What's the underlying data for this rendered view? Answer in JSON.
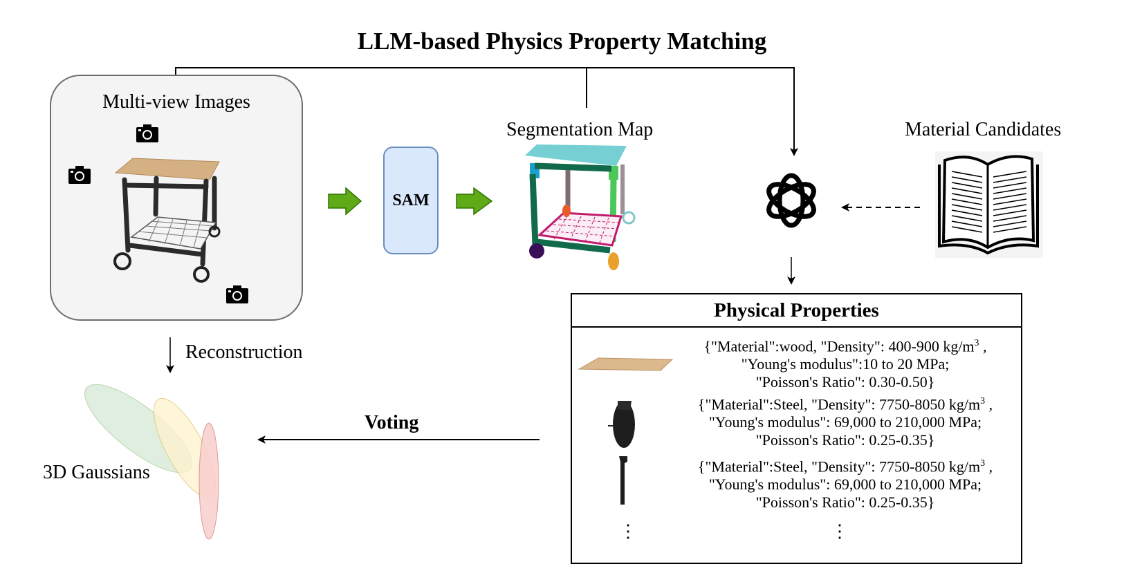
{
  "title": "LLM-based Physics Property Matching",
  "multiview": {
    "label": "Multi-view Images",
    "camera_icon_count": 3
  },
  "sam": {
    "label": "SAM"
  },
  "segmentation": {
    "label": "Segmentation Map"
  },
  "material_candidates": {
    "label": "Material Candidates"
  },
  "llm": {
    "icon": "openai-logo-icon"
  },
  "reconstruction": {
    "label": "Reconstruction"
  },
  "gaussians": {
    "label": "3D Gaussians",
    "colors": [
      "#d5e8d4",
      "#fff2cc",
      "#f8cecc"
    ]
  },
  "voting": {
    "label": "Voting"
  },
  "physical_properties": {
    "title": "Physical Properties",
    "rows": [
      {
        "part": "table-top",
        "line1": "{\"Material\":wood,  \"Density\": 400-900 kg/m",
        "sup": "3",
        "line1_tail": " ,",
        "line2": "\"Young's modulus\":10 to 20 MPa;",
        "line3": "\"Poisson's Ratio\": 0.30-0.50}"
      },
      {
        "part": "wheel",
        "line1": "{\"Material\":Steel,  \"Density\": 7750-8050 kg/m",
        "sup": "3",
        "line1_tail": " ,",
        "line2": "\"Young's modulus\": 69,000 to 210,000 MPa;",
        "line3": "\"Poisson's Ratio\": 0.25-0.35}"
      },
      {
        "part": "leg",
        "line1": "{\"Material\":Steel,  \"Density\": 7750-8050 kg/m",
        "sup": "3",
        "line1_tail": " ,",
        "line2": "\"Young's modulus\": 69,000 to 210,000 MPa;",
        "line3": "\"Poisson's Ratio\": 0.25-0.35}"
      }
    ],
    "ellipsis": "⋮"
  },
  "colors": {
    "arrow_green": "#60a917",
    "sam_fill": "#dae8fc",
    "sam_border": "#6c8ebf",
    "box_fill": "#f4f4f4"
  }
}
